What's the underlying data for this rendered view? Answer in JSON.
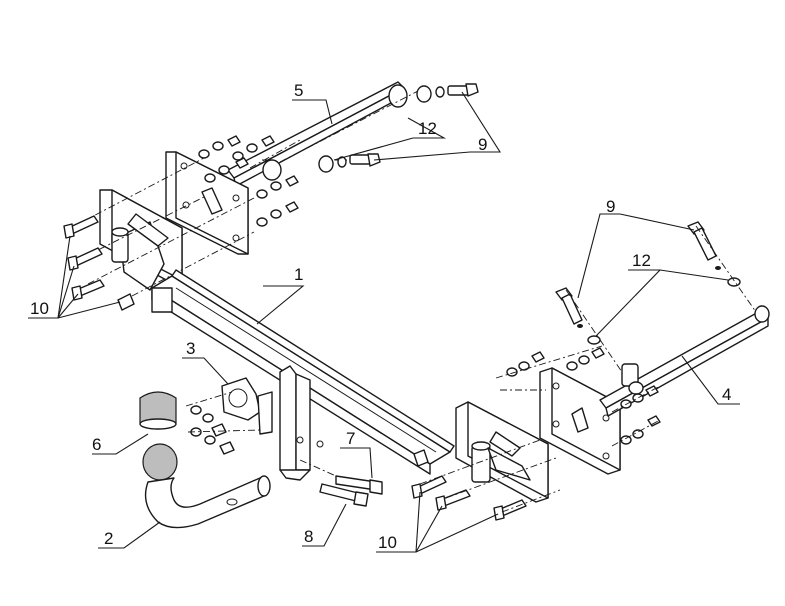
{
  "callouts": [
    {
      "id": "c1",
      "text": "1"
    },
    {
      "id": "c2",
      "text": "2"
    },
    {
      "id": "c3",
      "text": "3"
    },
    {
      "id": "c4",
      "text": "4"
    },
    {
      "id": "c5",
      "text": "5"
    },
    {
      "id": "c6",
      "text": "6"
    },
    {
      "id": "c7",
      "text": "7"
    },
    {
      "id": "c8",
      "text": "8"
    },
    {
      "id": "c9a",
      "text": "9"
    },
    {
      "id": "c9b",
      "text": "9"
    },
    {
      "id": "c10a",
      "text": "10"
    },
    {
      "id": "c10b",
      "text": "10"
    },
    {
      "id": "c12a",
      "text": "12"
    },
    {
      "id": "c12b",
      "text": "12"
    }
  ]
}
